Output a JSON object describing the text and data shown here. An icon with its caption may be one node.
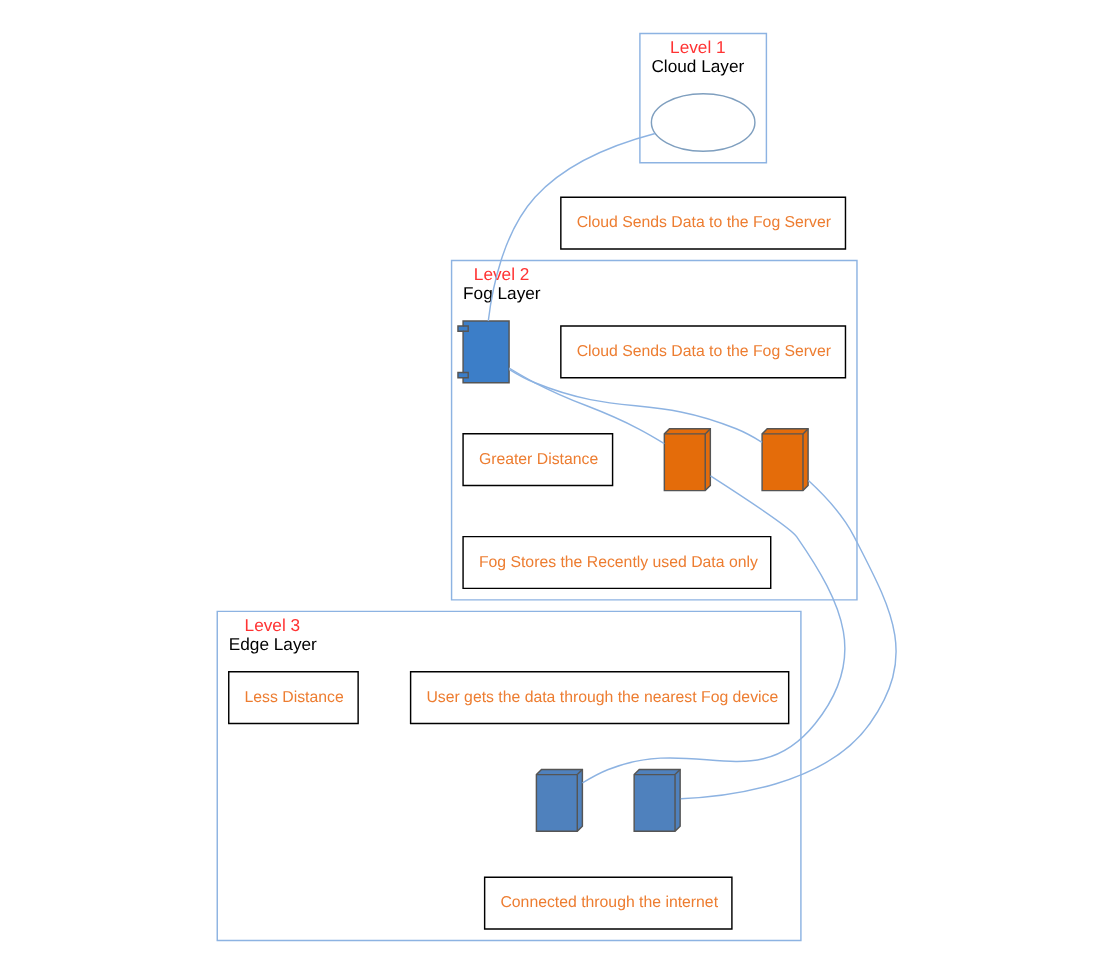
{
  "diagram": {
    "nodes": [
      {
        "text": [
          "Level 1",
          "Cloud Layer"
        ]
      },
      {
        "text": [],
        "shape": "cloud",
        "in": 0
      },
      {
        "text": [
          "Cloud Sends Data to the Fog Server"
        ]
      },
      {
        "text": [
          "Level 2",
          "Fog Layer"
        ]
      },
      {
        "text": [],
        "shape": "picture",
        "in": 3
      },
      {
        "text": [
          "Greater Distance"
        ],
        "in": 3
      },
      {
        "text": [
          "Cloud Sends Data to the Fog Server"
        ],
        "in": 3
      },
      {
        "text": [],
        "shape": "picture",
        "in": 3
      },
      {
        "text": [],
        "shape": "picture",
        "in": 3
      },
      {
        "text": [
          "Fog Stores the Recently used Data only"
        ],
        "in": 3
      },
      {
        "text": [
          "Level 3",
          "Edge Layer"
        ]
      },
      {
        "text": [
          "User gets the data through the nearest Fog device"
        ],
        "in": 10
      },
      {
        "text": [
          "Less Distance"
        ],
        "in": 10
      },
      {
        "text": [],
        "shape": "picture",
        "in": 10
      },
      {
        "text": [],
        "shape": "picture",
        "in": 10
      },
      {
        "text": [
          "Connected through the internet"
        ],
        "in": 10
      }
    ],
    "edges": [
      {
        "from": 1,
        "to": 4,
        "arrow": "none"
      },
      {
        "from": 4,
        "to": 7,
        "arrow": "none"
      },
      {
        "from": 4,
        "to": 8,
        "arrow": "none"
      },
      {
        "from": 7,
        "to": 13,
        "arrow": "none"
      },
      {
        "from": 8,
        "to": 14,
        "arrow": "none"
      }
    ]
  }
}
